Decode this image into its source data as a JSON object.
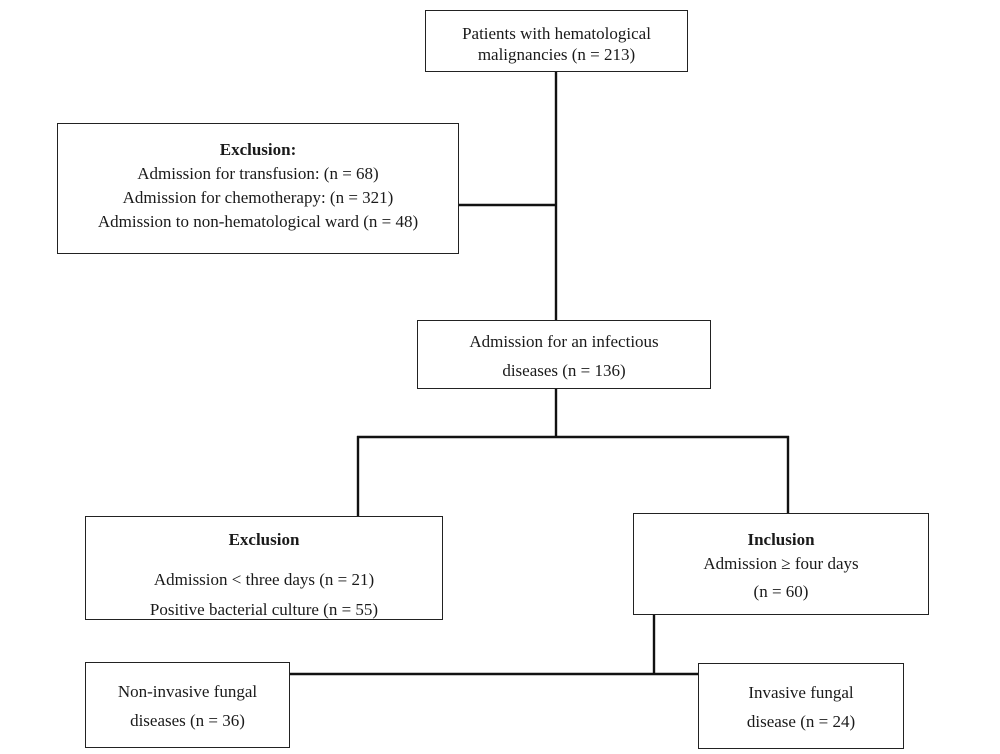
{
  "nodes": {
    "patients": {
      "lines": [
        "Patients with hematological",
        "malignancies (n = 213)"
      ]
    },
    "exclusion_1": {
      "heading": "Exclusion:",
      "lines": [
        "Admission for transfusion: (n = 68)",
        "Admission for chemotherapy: (n = 321)",
        "Admission to non-hematological ward (n = 48)"
      ]
    },
    "infectious": {
      "lines": [
        "Admission for an infectious",
        "diseases (n = 136)"
      ]
    },
    "exclusion_2": {
      "heading": "Exclusion",
      "lines": [
        "Admission < three days (n = 21)",
        "Positive bacterial culture (n = 55)"
      ]
    },
    "inclusion": {
      "heading": "Inclusion",
      "lines": [
        "Admission ≥ four days",
        "(n = 60)"
      ]
    },
    "noninvasive": {
      "lines": [
        "Non-invasive fungal",
        "diseases (n = 36)"
      ]
    },
    "invasive": {
      "lines": [
        "Invasive fungal",
        "disease (n = 24)"
      ]
    }
  },
  "edges": [
    {
      "from": "patients",
      "to": "infectious"
    },
    {
      "from": "patients",
      "to": "exclusion_1"
    },
    {
      "from": "infectious",
      "to": "exclusion_2"
    },
    {
      "from": "infectious",
      "to": "inclusion"
    },
    {
      "from": "inclusion",
      "to": "noninvasive"
    },
    {
      "from": "inclusion",
      "to": "invasive"
    }
  ]
}
